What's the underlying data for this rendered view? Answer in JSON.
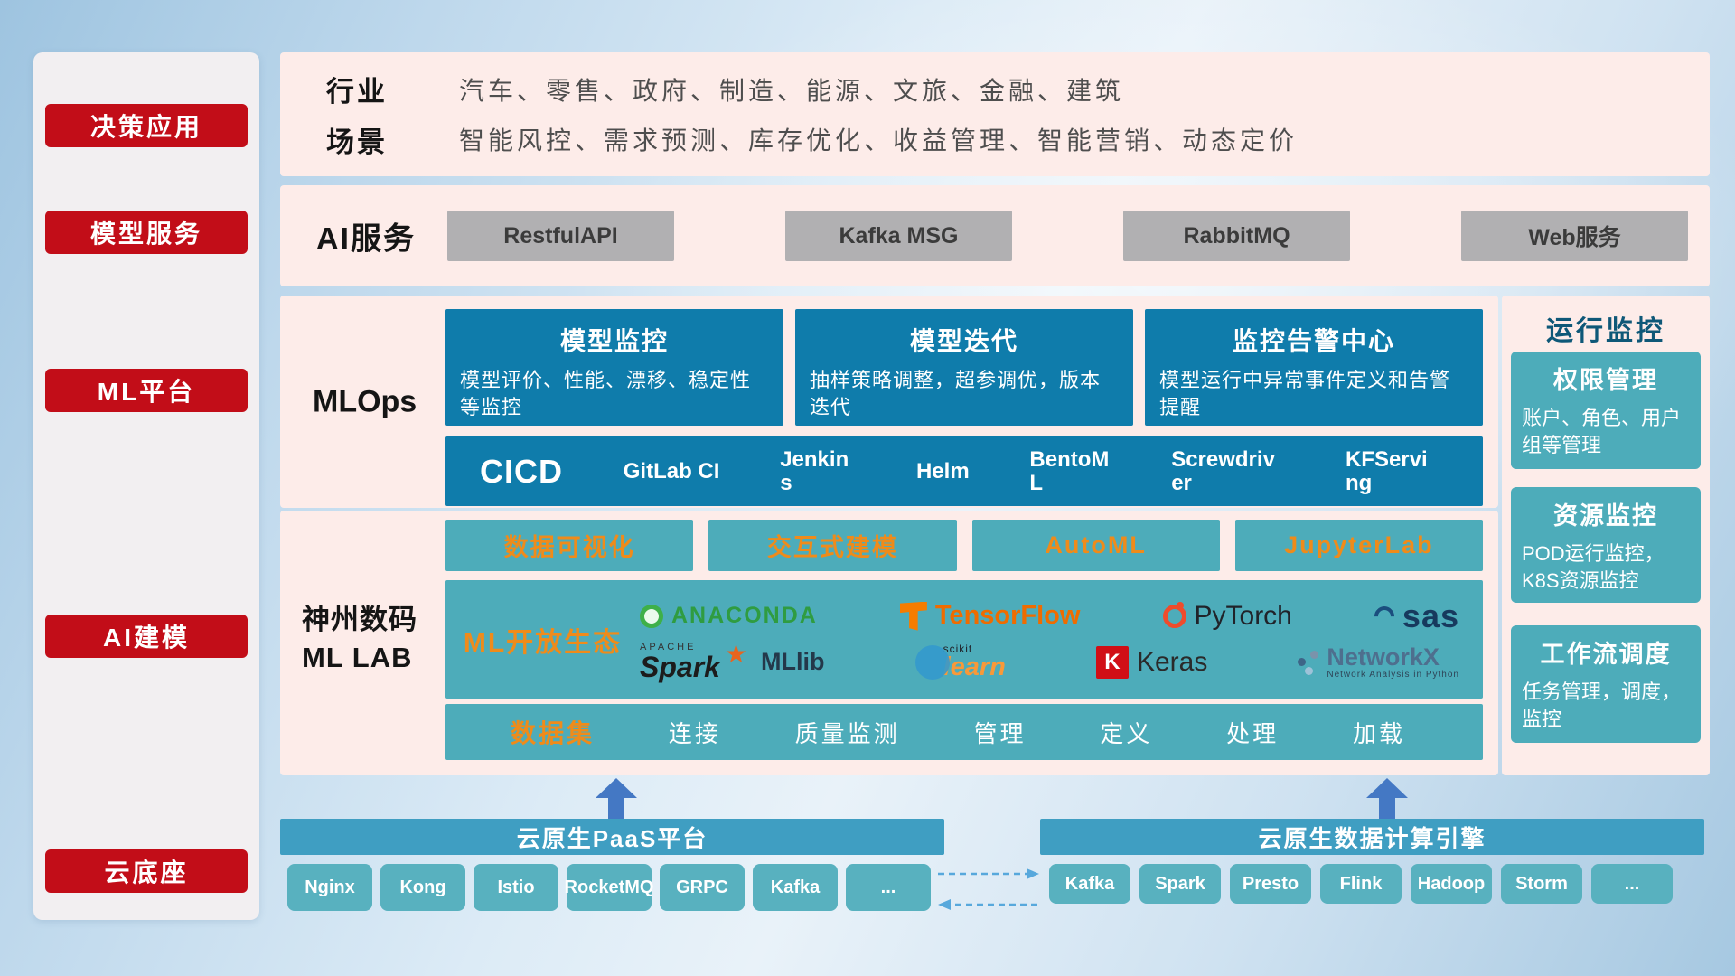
{
  "sidebar": {
    "items": [
      "决策应用",
      "模型服务",
      "ML平台",
      "AI建模",
      "云底座"
    ]
  },
  "industry": {
    "row1_label": "行业",
    "row1_content": "汽车、零售、政府、制造、能源、文旅、金融、建筑",
    "row2_label": "场景",
    "row2_content": "智能风控、需求预测、库存优化、收益管理、智能营销、动态定价"
  },
  "ai_service": {
    "label": "AI服务",
    "buttons": [
      "RestfulAPI",
      "Kafka MSG",
      "RabbitMQ",
      "Web服务"
    ]
  },
  "mlops": {
    "label": "MLOps",
    "cards": [
      {
        "title": "模型监控",
        "desc": "模型评价、性能、漂移、稳定性等监控"
      },
      {
        "title": "模型迭代",
        "desc": "抽样策略调整，超参调优，版本迭代"
      },
      {
        "title": "监控告警中心",
        "desc": "模型运行中异常事件定义和告警提醒"
      }
    ],
    "cicd_label": "CICD",
    "cicd_items": [
      "GitLab CI",
      "Jenkins",
      "Helm",
      "BentoML",
      "Screwdriver",
      "KFServing"
    ]
  },
  "monitoring": {
    "title": "运行监控",
    "cards": [
      {
        "title": "权限管理",
        "desc": "账户、角色、用户组等管理"
      },
      {
        "title": "资源监控",
        "desc": "POD运行监控，K8S资源监控"
      },
      {
        "title": "工作流调度",
        "desc": "任务管理，调度，监控"
      }
    ]
  },
  "mllab": {
    "label_line1": "神州数码",
    "label_line2": "ML LAB",
    "tools": [
      "数据可视化",
      "交互式建模",
      "AutoML",
      "JupyterLab"
    ],
    "eco_label": "ML开放生态",
    "logos": {
      "anaconda": "ANACONDA",
      "tensorflow": "TensorFlow",
      "pytorch": "PyTorch",
      "sas": "sas",
      "spark_small": "APACHE",
      "spark": "Spark",
      "spark_star": "★",
      "mllib": "MLlib",
      "scikit_small": "scikit",
      "scikit": "learn",
      "keras_k": "K",
      "keras": "Keras",
      "networkx": "NetworkX",
      "networkx_sub": "Network Analysis in Python"
    },
    "dataset_label": "数据集",
    "dataset_items": [
      "连接",
      "质量监测",
      "管理",
      "定义",
      "处理",
      "加载"
    ]
  },
  "platform": {
    "paas_title": "云原生PaaS平台",
    "paas_items": [
      "Nginx",
      "Kong",
      "Istio",
      "RocketMQ",
      "GRPC",
      "Kafka",
      "..."
    ],
    "engine_title": "云原生数据计算引擎",
    "engine_items": [
      "Kafka",
      "Spark",
      "Presto",
      "Flink",
      "Hadoop",
      "Storm",
      "..."
    ]
  },
  "colors": {
    "accent_red": "#c20d18",
    "panel_pink": "#fdece9",
    "deep_blue": "#0f7cab",
    "teal": "#4dacba",
    "bar_blue": "#3f9ec2",
    "chip_teal": "#58b1bf",
    "accent_orange": "#ef8b1a",
    "arrow_blue": "#4478c4"
  }
}
